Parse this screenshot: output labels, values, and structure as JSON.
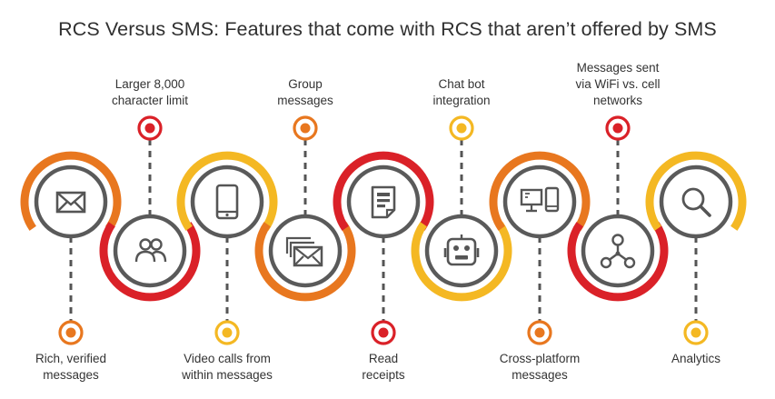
{
  "title": "RCS Versus SMS: Features that come with RCS that aren’t offered by SMS",
  "colors": {
    "orange": "#E8771F",
    "red": "#DA2128",
    "yellow": "#F4B823",
    "gray": "#555555"
  },
  "features": [
    {
      "label": [
        "Rich, verified",
        "messages"
      ],
      "position": "bottom",
      "color": "orange",
      "icon": "envelope-icon"
    },
    {
      "label": [
        "Larger 8,000",
        "character limit"
      ],
      "position": "top",
      "color": "red",
      "icon": "people-icon"
    },
    {
      "label": [
        "Video calls from",
        "within messages"
      ],
      "position": "bottom",
      "color": "yellow",
      "icon": "smartphone-icon"
    },
    {
      "label": [
        "Group",
        "messages"
      ],
      "position": "top",
      "color": "orange",
      "icon": "multiple-envelopes-icon"
    },
    {
      "label": [
        "Read",
        "receipts"
      ],
      "position": "bottom",
      "color": "red",
      "icon": "document-icon"
    },
    {
      "label": [
        "Chat bot",
        "integration"
      ],
      "position": "top",
      "color": "yellow",
      "icon": "robot-icon"
    },
    {
      "label": [
        "Cross-platform",
        "messages"
      ],
      "position": "bottom",
      "color": "orange",
      "icon": "devices-icon"
    },
    {
      "label": [
        "Messages sent",
        "via WiFi vs. cell",
        "networks"
      ],
      "position": "top",
      "color": "red",
      "icon": "network-icon"
    },
    {
      "label": [
        "Analytics"
      ],
      "position": "bottom",
      "color": "yellow",
      "icon": "magnifier-icon"
    }
  ]
}
